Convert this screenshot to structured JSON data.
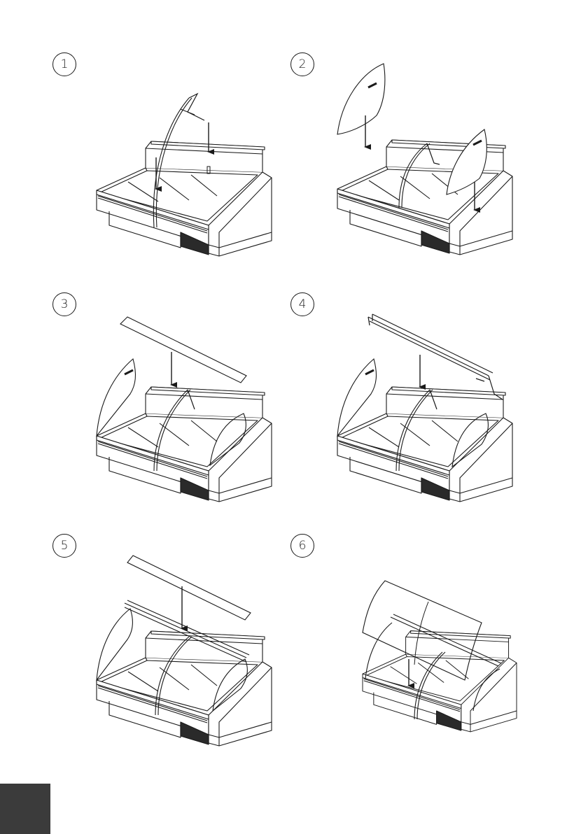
{
  "steps": [
    {
      "number": "1"
    },
    {
      "number": "2"
    },
    {
      "number": "3"
    },
    {
      "number": "4"
    },
    {
      "number": "5"
    },
    {
      "number": "6"
    }
  ],
  "colors": {
    "line": "#1a1a1a",
    "tab": "#3b3b3b",
    "dark_panel": "#2a2a2a"
  },
  "icons": [
    "arrow-down-icon",
    "display-case-icon"
  ]
}
